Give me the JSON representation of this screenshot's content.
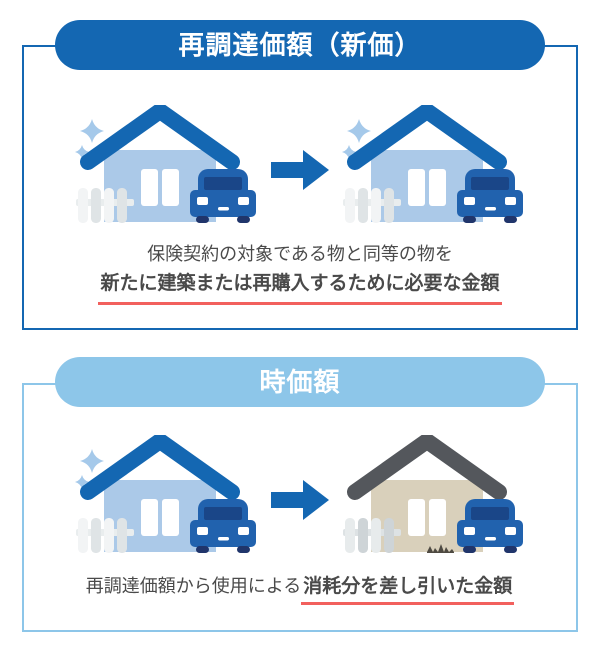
{
  "panels": [
    {
      "id": "replacement-cost",
      "title": "再調達価額（新価）",
      "caption": {
        "line1": "保険契約の対象である物と同等の物を",
        "line2": "新たに建築または再購入するために必要な金額"
      },
      "illustration": {
        "left": "new-house-with-sparkles-fence-and-car",
        "arrow": "arrow-right",
        "right": "new-house-with-sparkles-fence-and-car"
      }
    },
    {
      "id": "market-value",
      "title": "時価額",
      "caption": {
        "prefix": "再調達価額から使用による",
        "highlight": "消耗分を差し引いた金額"
      },
      "illustration": {
        "left": "new-house-with-sparkles-fence-and-car",
        "arrow": "arrow-right",
        "right": "old-worn-house-with-fence-weeds-and-car"
      }
    }
  ],
  "icons": [
    "sparkle-icon",
    "house-icon",
    "fence-icon",
    "car-icon",
    "arrow-right-icon",
    "old-house-icon",
    "weeds-icon"
  ],
  "colors": {
    "primary_blue": "#1467b2",
    "light_blue": "#8dc6e9",
    "house_body_blue": "#abc9e8",
    "old_house_beige": "#d9d0bb",
    "old_roof_grey": "#54575c",
    "text_grey": "#4a4a4a",
    "underline_red": "#f2605d"
  }
}
